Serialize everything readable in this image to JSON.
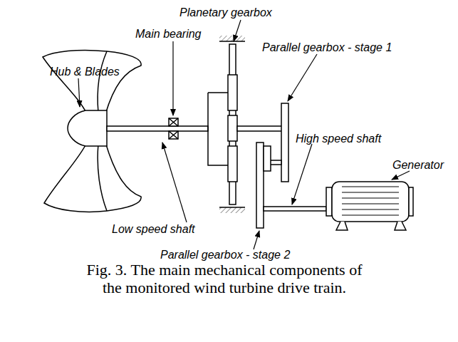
{
  "diagram": {
    "caption": "Fig. 3. The main mechanical components of the monitored wind turbine drive train.",
    "labels": [
      "Planetary gearbox",
      "Main bearing",
      "Parallel gearbox - stage 1",
      "Hub & Blades",
      "High speed shaft",
      "Generator",
      "Low speed shaft",
      "Parallel gearbox - stage 2"
    ]
  }
}
